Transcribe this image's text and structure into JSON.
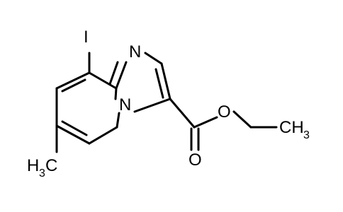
{
  "molecule": {
    "atoms": {
      "iodine": "I",
      "n_imidazole": "N",
      "n_bridge": "N",
      "o_carbonyl": "O",
      "o_ester": "O",
      "methyl_left": {
        "main": "H",
        "sub": "3",
        "tail": "C"
      },
      "methyl_right": {
        "main": "CH",
        "sub": "3"
      }
    }
  }
}
